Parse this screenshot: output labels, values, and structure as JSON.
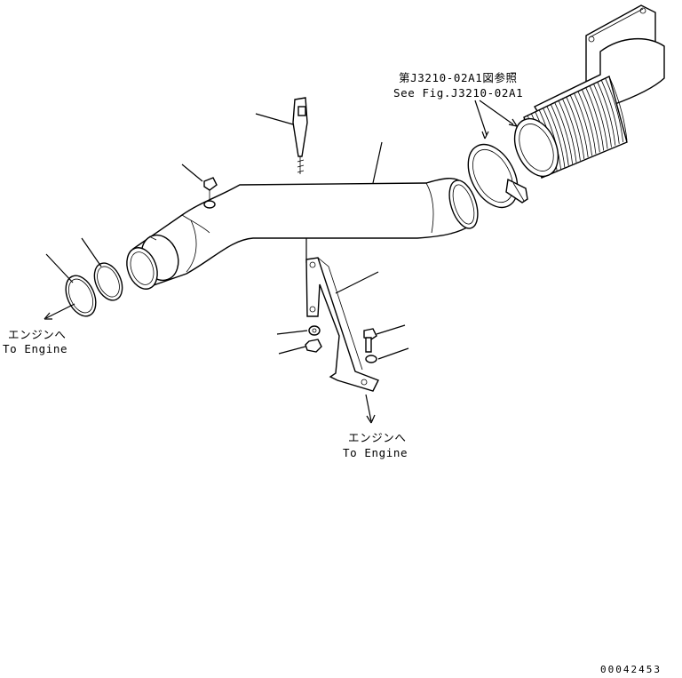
{
  "labels": {
    "ref_line1": "第J3210-02A1図参照",
    "ref_line2": "See Fig.J3210-02A1",
    "engine_left_jp": "エンジンへ",
    "engine_left_en": "To Engine",
    "engine_bottom_jp": "エンジンへ",
    "engine_bottom_en": "To Engine",
    "drawing_number": "00042453"
  }
}
